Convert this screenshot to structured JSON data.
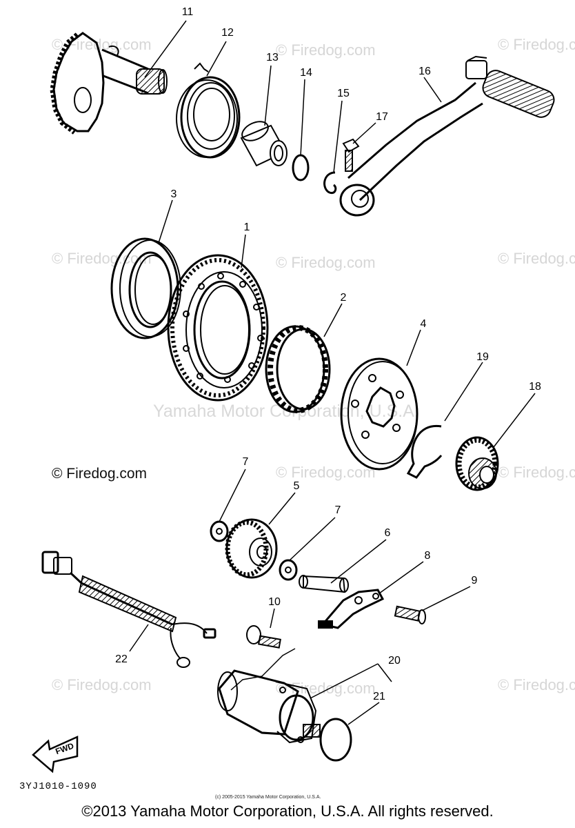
{
  "watermark": {
    "text": "© Firedog.com",
    "center_text": "Yamaha Motor Corporation, U.S.A."
  },
  "callouts": [
    "11",
    "12",
    "13",
    "14",
    "15",
    "17",
    "16",
    "3",
    "1",
    "2",
    "4",
    "19",
    "18",
    "7",
    "5",
    "7",
    "6",
    "8",
    "9",
    "10",
    "22",
    "20",
    "21"
  ],
  "fwd_label": "FWD",
  "diagram_code": "3YJ1010-1090",
  "fine_print": "(c) 2005-2015 Yamaha Motor Corporation, U.S.A.",
  "footer": "©2013 Yamaha Motor Corporation, U.S.A. All rights reserved."
}
